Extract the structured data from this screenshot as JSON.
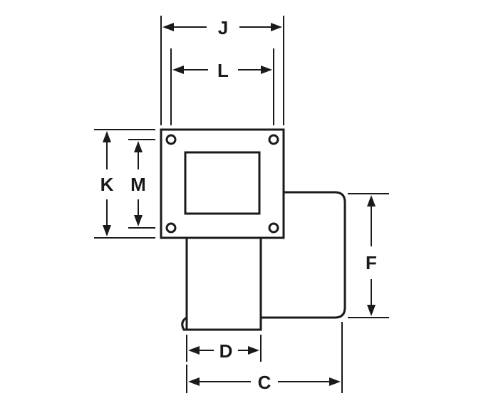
{
  "diagram": {
    "labels": {
      "J": "J",
      "L": "L",
      "K": "K",
      "M": "M",
      "F": "F",
      "D": "D",
      "C": "C"
    },
    "colors": {
      "stroke": "#1a1a1a",
      "background": "#ffffff"
    }
  }
}
